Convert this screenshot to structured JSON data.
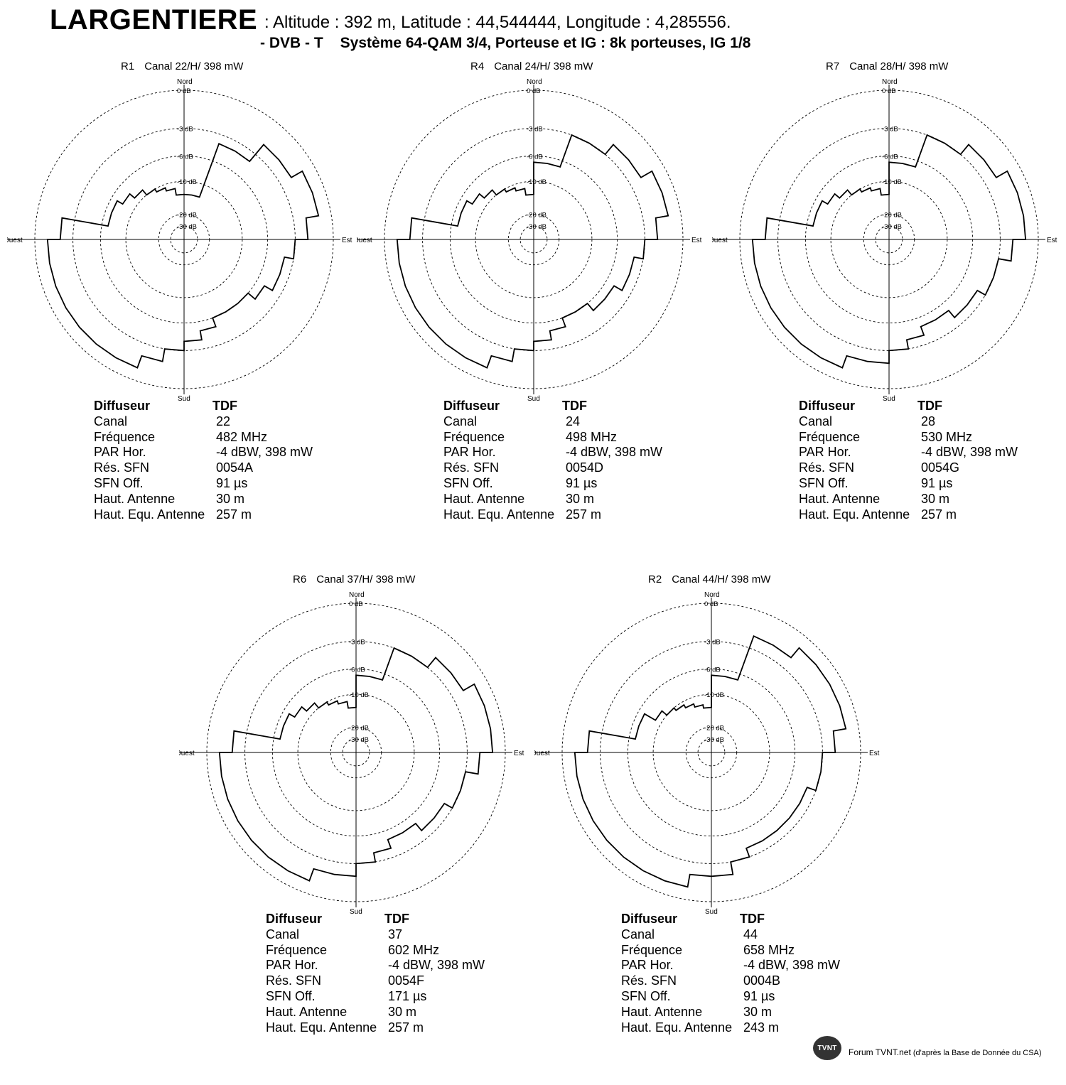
{
  "header": {
    "site": "LARGENTIERE",
    "coords": ": Altitude : 392 m, Latitude : 44,544444, Longitude : 4,285556.",
    "subtitle_standard": "- DVB - T",
    "subtitle_system": "Système 64-QAM 3/4, Porteuse et IG : 8k porteuses, IG 1/8"
  },
  "diagram_labels": {
    "north": "Nord",
    "south": "Sud",
    "east": "Est",
    "west": "Ouest",
    "rings": [
      {
        "label": "0 dB",
        "db": 0
      },
      {
        "label": "-3 dB",
        "db": -3
      },
      {
        "label": "-6 dB",
        "db": -6
      },
      {
        "label": "-10 dB",
        "db": -10
      },
      {
        "label": "-20 dB",
        "db": -20
      },
      {
        "label": "-30 dB",
        "db": -30
      }
    ]
  },
  "info_labels": {
    "diffuseur": "Diffuseur",
    "canal": "Canal",
    "frequence": "Fréquence",
    "par": "PAR Hor.",
    "sfn": "Rés. SFN",
    "sfn_off": "SFN Off.",
    "haut": "Haut. Antenne",
    "haut_equ": "Haut. Equ. Antenne"
  },
  "multiplexes": [
    {
      "id": "R1",
      "header_suffix": "Canal 22/H/ 398 mW",
      "diffuseur": "TDF",
      "canal": "22",
      "frequence": "482 MHz",
      "par": "-4 dBW, 398 mW",
      "sfn": "0054A",
      "sfn_off": "91 µs",
      "haut": "30 m",
      "haut_equ": "257 m",
      "pattern_db": [
        -14,
        -14,
        -4,
        -4,
        -2,
        -2,
        -1,
        -1,
        -2,
        -3,
        -4,
        -4,
        -5,
        -6,
        -6,
        -6,
        -5,
        -4,
        -3,
        -2,
        -1,
        -1,
        -1,
        -1,
        -1,
        -1,
        -1,
        -2,
        -7,
        -7,
        -8,
        -9,
        -10,
        -11,
        -12,
        -14
      ]
    },
    {
      "id": "R4",
      "header_suffix": "Canal 24/H/ 398 mW",
      "diffuseur": "TDF",
      "canal": "24",
      "frequence": "498 MHz",
      "par": "-4 dBW, 398 mW",
      "sfn": "0054D",
      "sfn_off": "91 µs",
      "haut": "30 m",
      "haut_equ": "257 m",
      "pattern_db": [
        -7,
        -7,
        -3,
        -3,
        -2,
        -2,
        -1,
        -1,
        -2,
        -3,
        -4,
        -4,
        -5,
        -5,
        -6,
        -6,
        -5,
        -4,
        -3,
        -2,
        -1,
        -1,
        -1,
        -1,
        -1,
        -1,
        -1,
        -2,
        -7,
        -7,
        -8,
        -9,
        -10,
        -11,
        -12,
        -14
      ]
    },
    {
      "id": "R7",
      "header_suffix": "Canal 28/H/ 398 mW",
      "diffuseur": "TDF",
      "canal": "28",
      "frequence": "530 MHz",
      "par": "-4 dBW, 398 mW",
      "sfn": "0054G",
      "sfn_off": "91 µs",
      "haut": "30 m",
      "haut_equ": "257 m",
      "pattern_db": [
        -7,
        -7,
        -3,
        -3,
        -2,
        -2,
        -1,
        -1,
        -1,
        -2,
        -3,
        -3,
        -4,
        -4,
        -5,
        -5,
        -4,
        -3,
        -2,
        -2,
        -1,
        -1,
        -1,
        -1,
        -1,
        -1,
        -1,
        -2,
        -7,
        -7,
        -8,
        -9,
        -10,
        -11,
        -12,
        -14
      ]
    },
    {
      "id": "R6",
      "header_suffix": "Canal 37/H/ 398 mW",
      "diffuseur": "TDF",
      "canal": "37",
      "frequence": "602 MHz",
      "par": "-4 dBW, 398 mW",
      "sfn": "0054F",
      "sfn_off": "171 µs",
      "haut": "30 m",
      "haut_equ": "257 m",
      "pattern_db": [
        -7,
        -7,
        -3,
        -3,
        -2,
        -2,
        -1,
        -1,
        -1,
        -2,
        -3,
        -3,
        -4,
        -4,
        -5,
        -5,
        -4,
        -3,
        -2,
        -2,
        -1,
        -1,
        -1,
        -1,
        -1,
        -1,
        -1,
        -2,
        -7,
        -7,
        -8,
        -9,
        -10,
        -11,
        -12,
        -14
      ]
    },
    {
      "id": "R2",
      "header_suffix": "Canal 44/H/ 398 mW",
      "diffuseur": "TDF",
      "canal": "44",
      "frequence": "658 MHz",
      "par": "-4 dBW, 398 mW",
      "sfn": "0004B",
      "sfn_off": "91 µs",
      "haut": "30 m",
      "haut_equ": "243 m",
      "pattern_db": [
        -7,
        -7,
        -2,
        -2,
        -1,
        -1,
        -1,
        -1,
        -2,
        -3,
        -3,
        -4,
        -4,
        -4,
        -4,
        -4,
        -3,
        -2,
        -2,
        -1,
        -1,
        -1,
        -1,
        -1,
        -1,
        -1,
        -1,
        -2,
        -7,
        -7,
        -9,
        -10,
        -11,
        -12,
        -13,
        -14
      ]
    }
  ],
  "footer": {
    "logo_text": "TVNT",
    "text_main": "Forum TVNT.net",
    "text_note": "(d'après la Base de Donnée du CSA)"
  }
}
